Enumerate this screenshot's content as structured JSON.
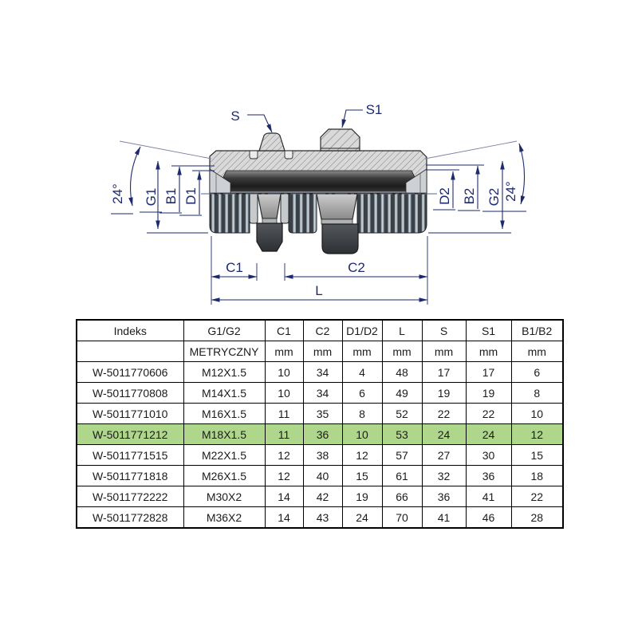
{
  "drawing": {
    "labels": {
      "s": "S",
      "s1": "S1",
      "angle_left": "24°",
      "angle_right": "24°",
      "g1": "G1",
      "b1": "B1",
      "d1": "D1",
      "d2": "D2",
      "b2": "B2",
      "g2": "G2",
      "c1": "C1",
      "c2": "C2",
      "l": "L"
    },
    "colors": {
      "dimension": "#1e2a6e",
      "outline": "#2b2b2b",
      "body_fill": "#d9d9d9",
      "bore_dark": "#202020",
      "highlight_green": "#afd78c"
    }
  },
  "table": {
    "headers": [
      "Indeks",
      "G1/G2",
      "C1",
      "C2",
      "D1/D2",
      "L",
      "S",
      "S1",
      "B1/B2"
    ],
    "units": [
      "",
      "METRYCZNY",
      "mm",
      "mm",
      "mm",
      "mm",
      "mm",
      "mm",
      "mm"
    ],
    "highlight_row": 3,
    "rows": [
      [
        "W-5011770606",
        "M12X1.5",
        "10",
        "34",
        "4",
        "48",
        "17",
        "17",
        "6"
      ],
      [
        "W-5011770808",
        "M14X1.5",
        "10",
        "34",
        "6",
        "49",
        "19",
        "19",
        "8"
      ],
      [
        "W-5011771010",
        "M16X1.5",
        "11",
        "35",
        "8",
        "52",
        "22",
        "22",
        "10"
      ],
      [
        "W-5011771212",
        "M18X1.5",
        "11",
        "36",
        "10",
        "53",
        "24",
        "24",
        "12"
      ],
      [
        "W-5011771515",
        "M22X1.5",
        "12",
        "38",
        "12",
        "57",
        "27",
        "30",
        "15"
      ],
      [
        "W-5011771818",
        "M26X1.5",
        "12",
        "40",
        "15",
        "61",
        "32",
        "36",
        "18"
      ],
      [
        "W-5011772222",
        "M30X2",
        "14",
        "42",
        "19",
        "66",
        "36",
        "41",
        "22"
      ],
      [
        "W-5011772828",
        "M36X2",
        "14",
        "43",
        "24",
        "70",
        "41",
        "46",
        "28"
      ]
    ]
  }
}
